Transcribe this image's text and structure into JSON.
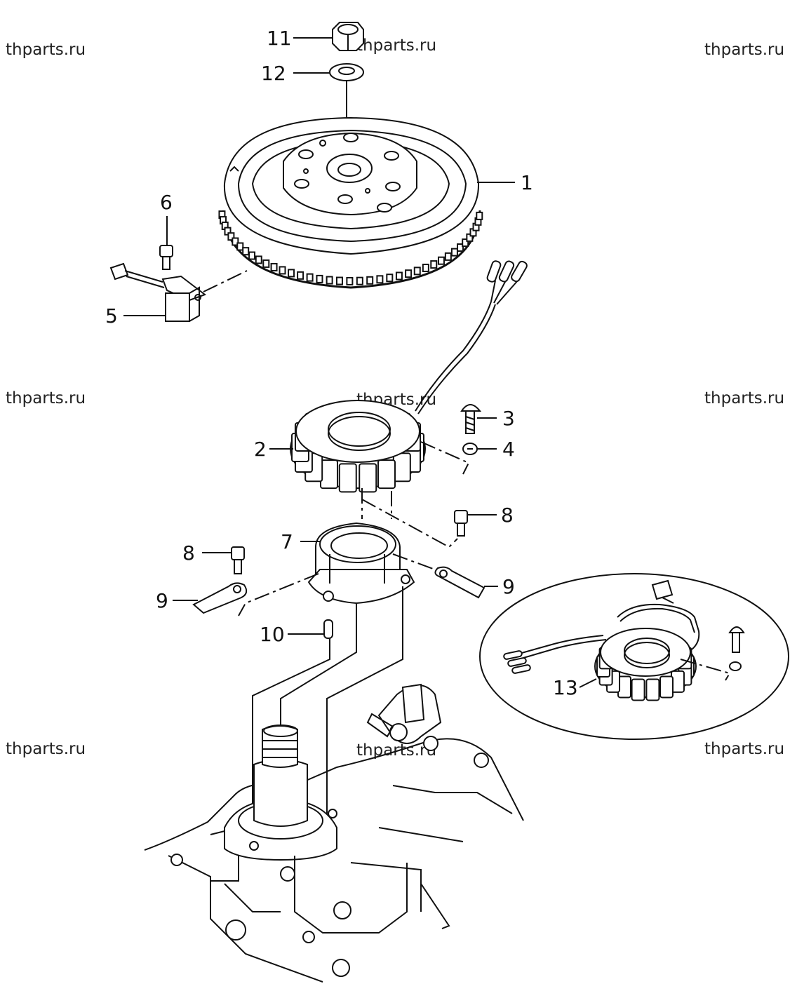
{
  "watermark": "thparts.ru",
  "callouts": {
    "flywheel": "1",
    "stator": "2",
    "screw": "3",
    "washer_4": "4",
    "pulser_coil": "5",
    "bolt_6": "6",
    "stator_base": "7",
    "bolt_8": "8",
    "lead_clip": "9",
    "dowel_pin": "10",
    "nut": "11",
    "washer_12": "12",
    "stator_assy_alt": "13"
  },
  "icons": {
    "flywheel": "flywheel-icon",
    "stator": "stator-coil-icon",
    "pulser": "pulser-coil-icon",
    "engine": "engine-block-icon"
  }
}
